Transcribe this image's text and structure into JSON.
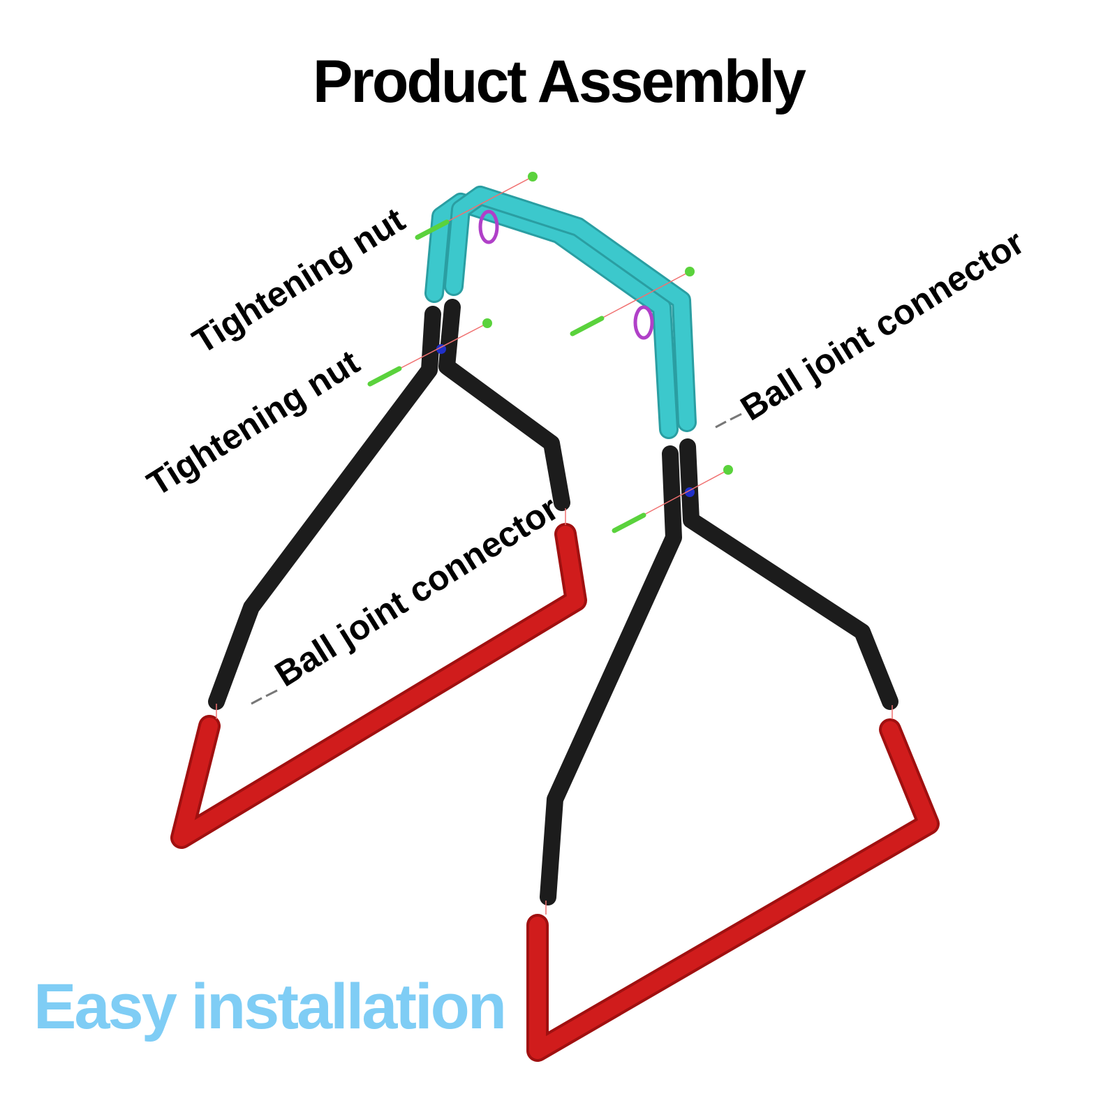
{
  "title": "Product Assembly",
  "labels": {
    "tightening_nut_upper": "Tightening nut",
    "tightening_nut_lower": "Tightening nut",
    "ball_joint_right": "Ball joint connector",
    "ball_joint_left": "Ball joint connector"
  },
  "footer": {
    "text": "Easy installation"
  },
  "colors": {
    "top_bar": "#3cc8cc",
    "middle_frame": "#1c1c1c",
    "bottom_frame": "#d01c1c",
    "nut": "#5ad23c",
    "ring": "#b040c8",
    "ball": "#2030c8",
    "footer_text": "#7fcdf5",
    "guide_line": "#f07070"
  }
}
